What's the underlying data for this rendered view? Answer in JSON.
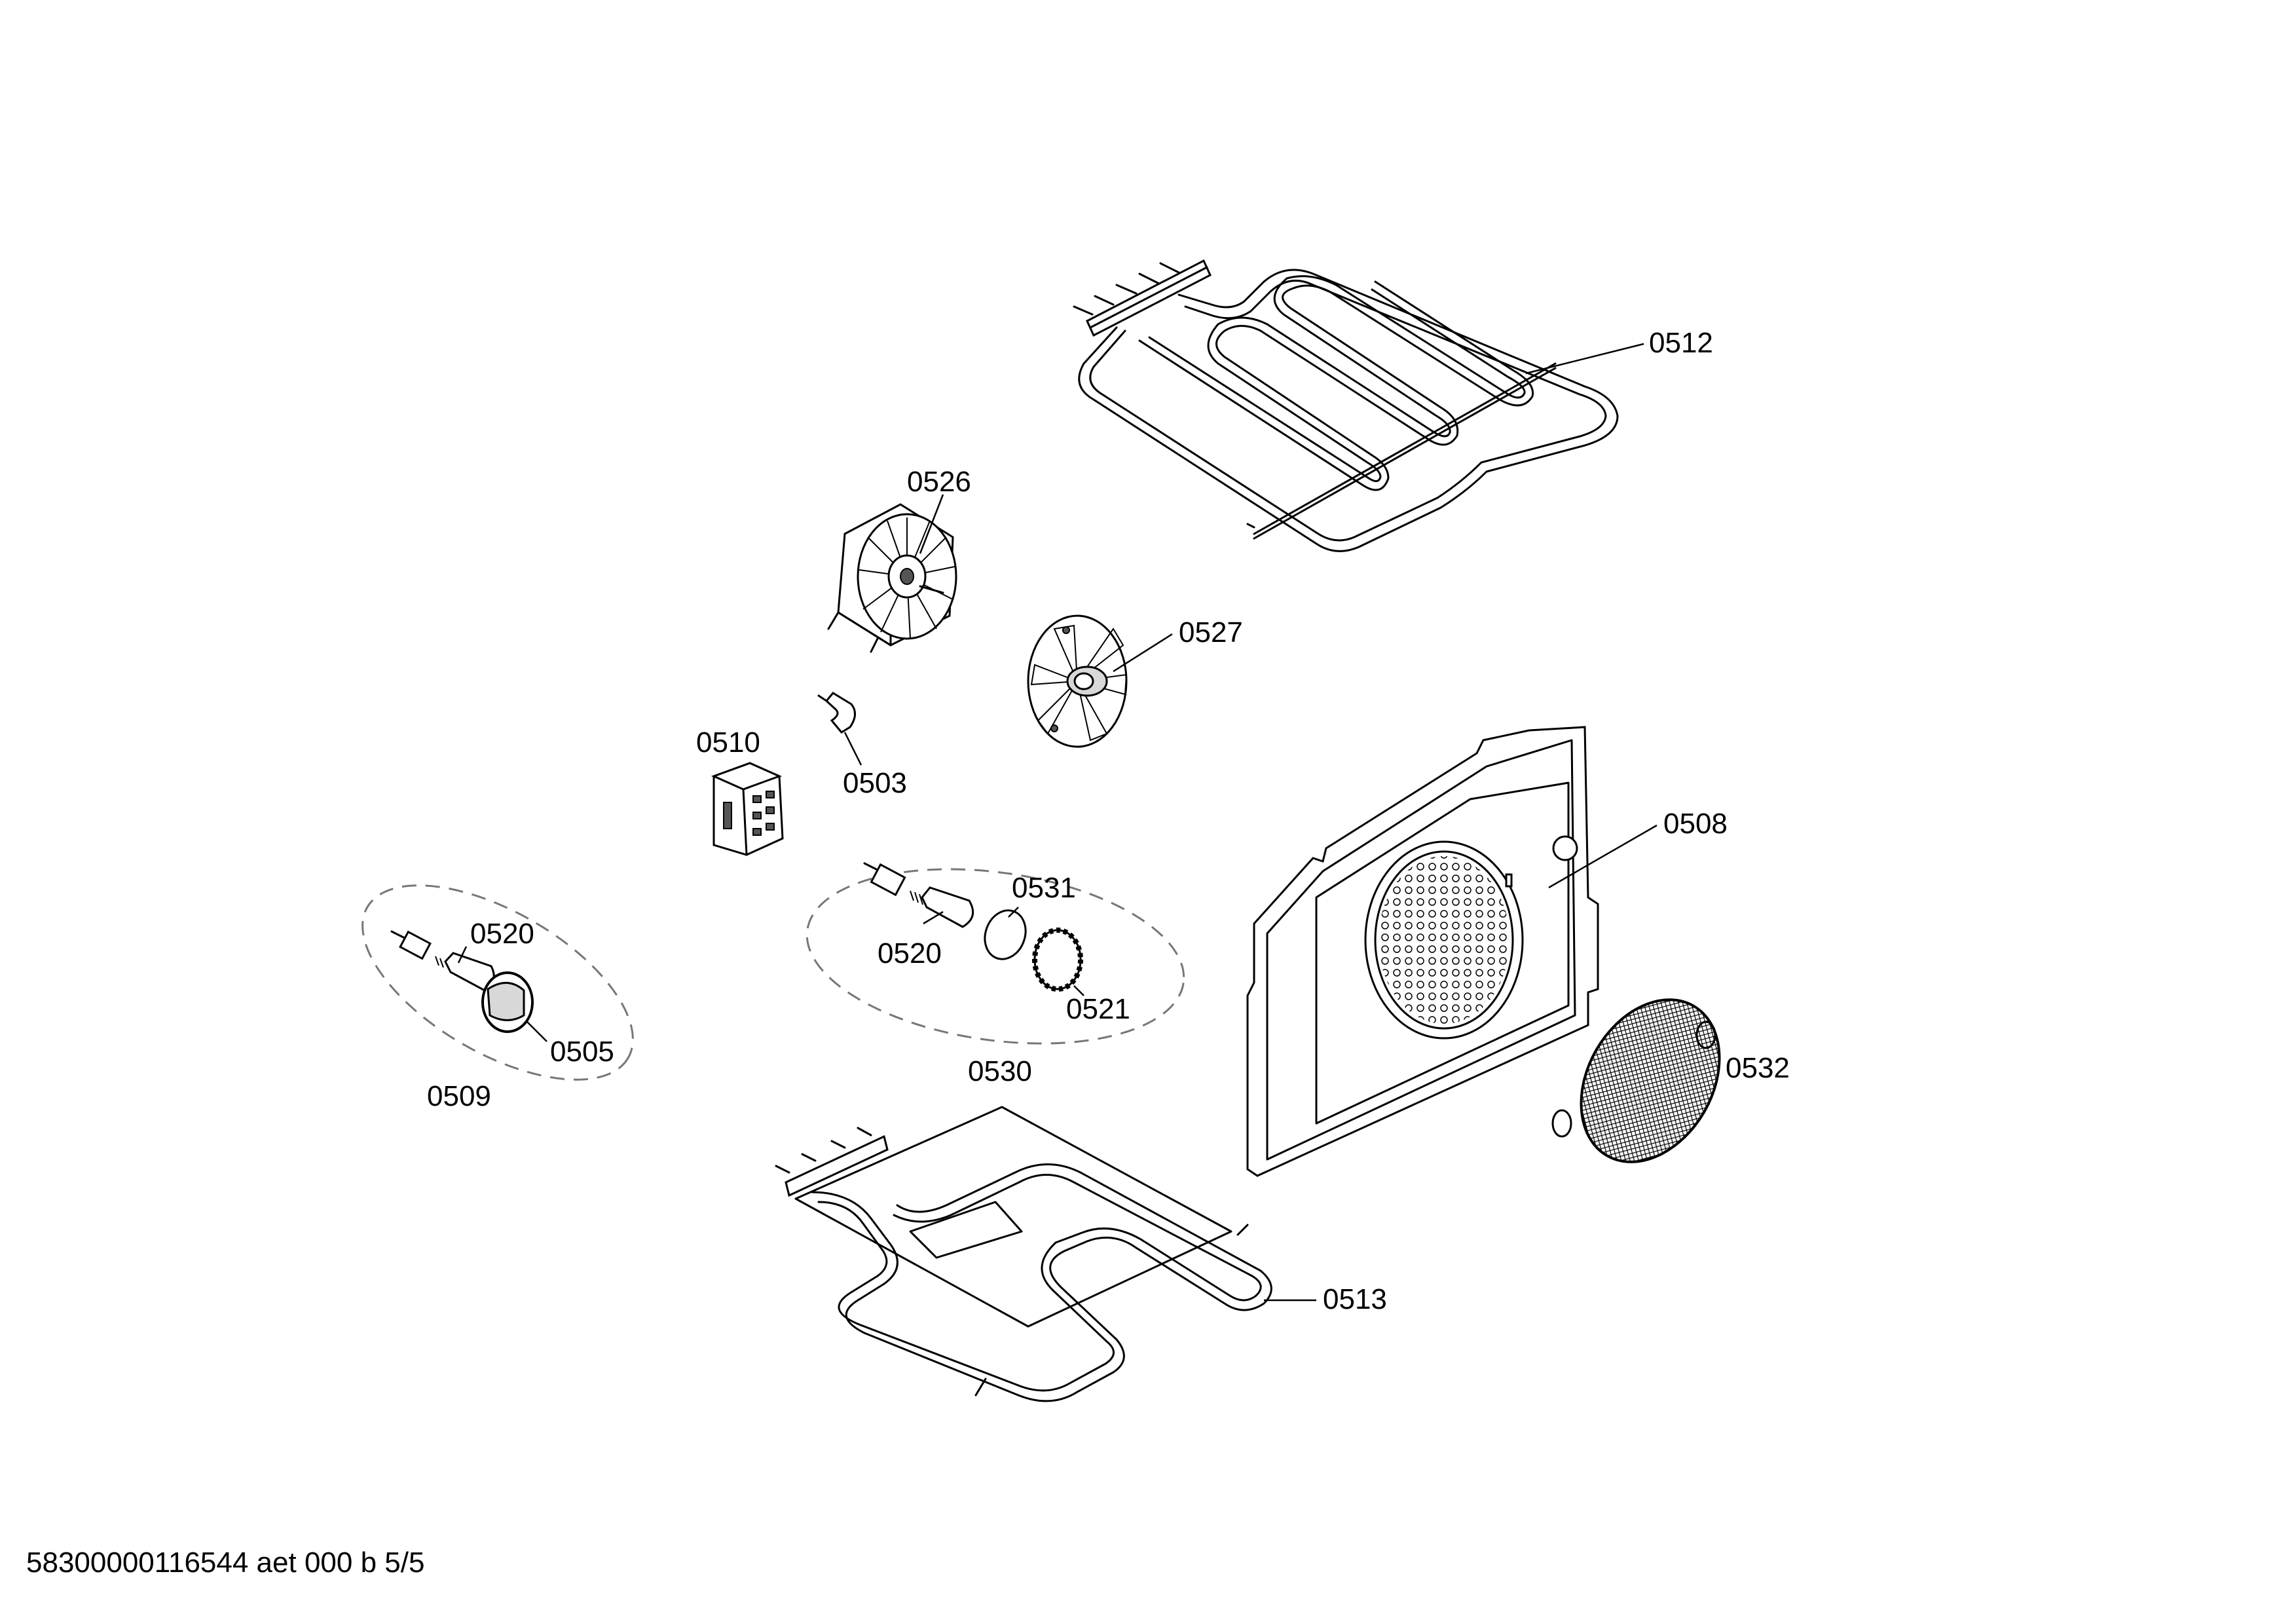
{
  "labels": {
    "p0512": "0512",
    "p0526": "0526",
    "p0527": "0527",
    "p0510": "0510",
    "p0503": "0503",
    "p0508": "0508",
    "p0531": "0531",
    "p0520a": "0520",
    "p0520b": "0520",
    "p0521": "0521",
    "p0505": "0505",
    "p0509": "0509",
    "p0530": "0530",
    "p0532": "0532",
    "p0513": "0513"
  },
  "footer": "58300000116544 aet 000 b 5/5",
  "icons": {
    "heating_element_top": "top-grill-heating-element",
    "fan_motor": "fan-motor",
    "fan_wheel": "fan-wheel",
    "terminal_block": "terminal-block",
    "clip": "clip",
    "back_panel": "rear-panel",
    "lamp_group_left": "oven-lamp-assembly",
    "lamp_group_right": "oven-lamp-assembly",
    "filter": "grease-filter",
    "heating_element_bottom": "bottom-heating-element"
  }
}
